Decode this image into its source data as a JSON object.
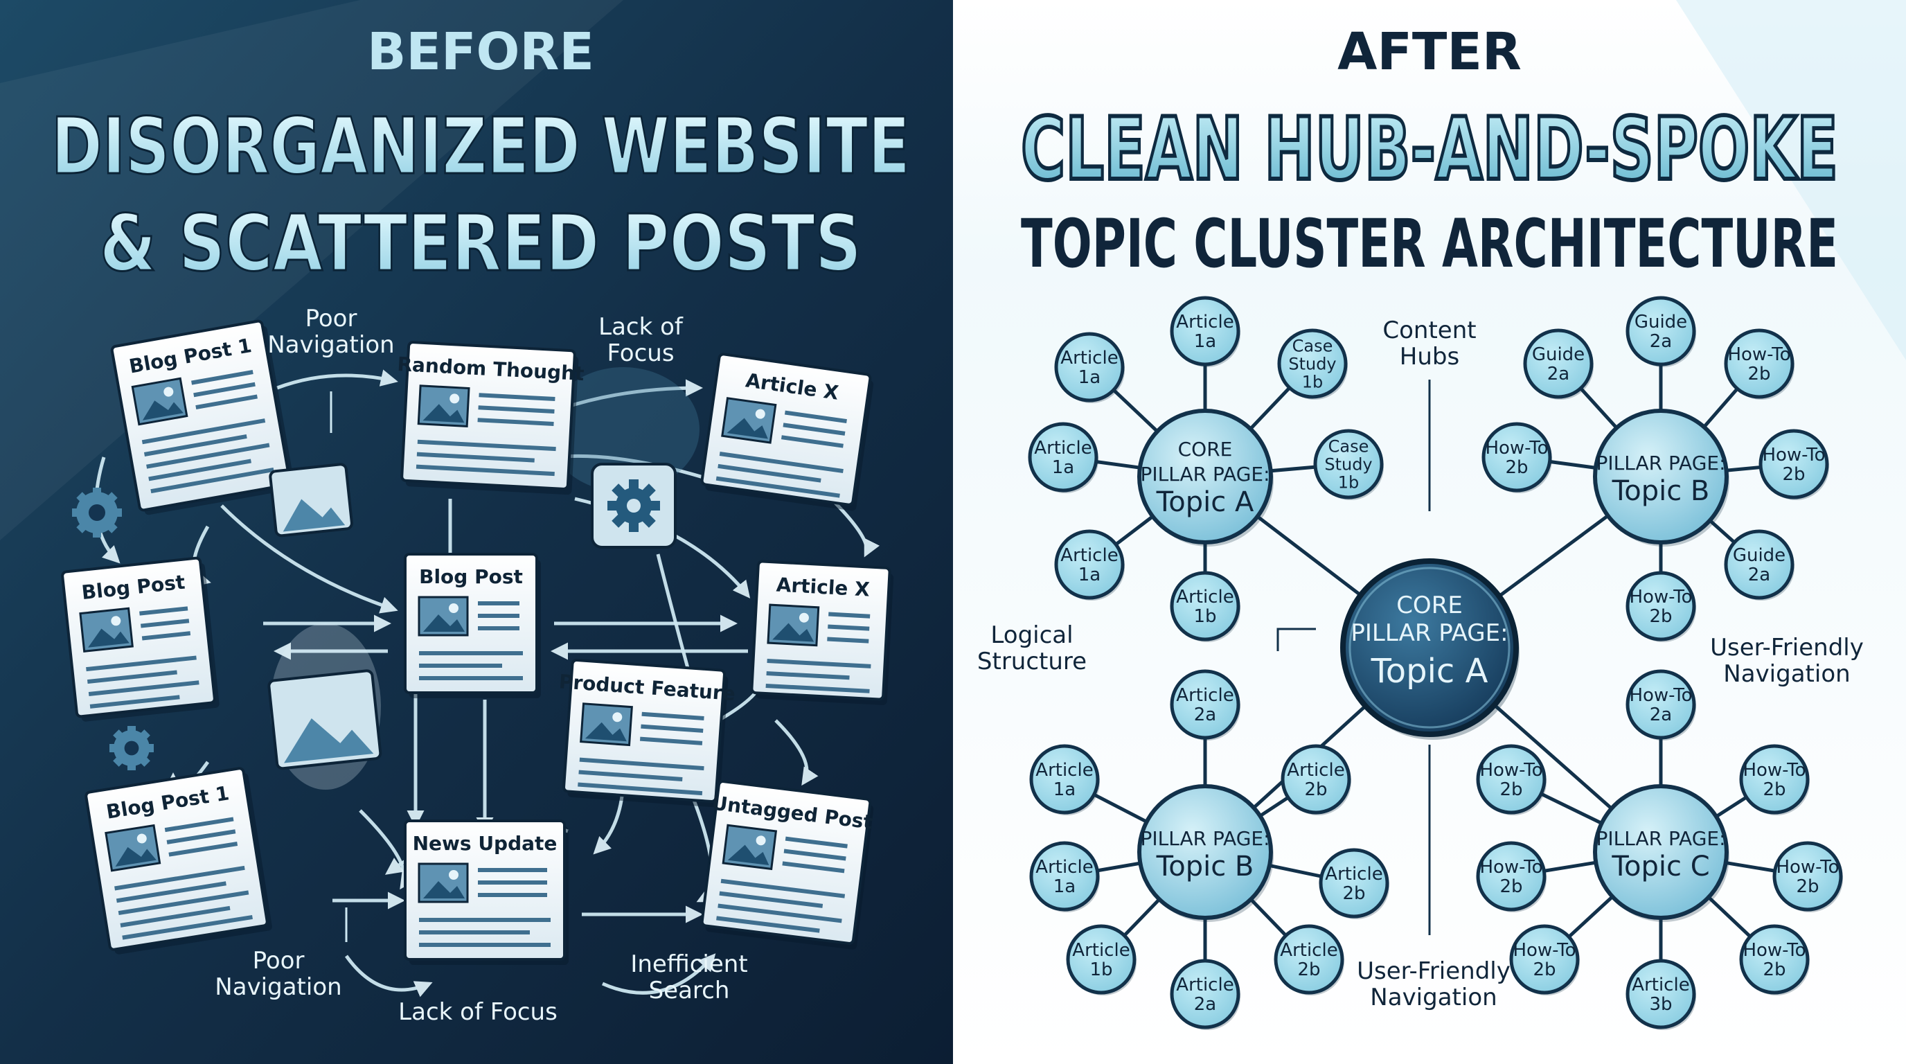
{
  "before": {
    "label": "BEFORE",
    "title_line1": "DISORGANIZED WEBSITE",
    "title_line2": "& SCATTERED POSTS",
    "cards": [
      {
        "id": "c1",
        "title": "Blog Post 1"
      },
      {
        "id": "c2",
        "title": "Random Thought"
      },
      {
        "id": "c3",
        "title": "Article X"
      },
      {
        "id": "c4",
        "title": "Blog Post"
      },
      {
        "id": "c5",
        "title": "Blog Post"
      },
      {
        "id": "c6",
        "title": "Article X"
      },
      {
        "id": "c7",
        "title": "Product Feature"
      },
      {
        "id": "c8",
        "title": "Blog Post 1"
      },
      {
        "id": "c9",
        "title": "News Update"
      },
      {
        "id": "c10",
        "title": "Untagged Post"
      }
    ],
    "annotations": [
      {
        "id": "a1",
        "text": "Poor\nNavigation"
      },
      {
        "id": "a2",
        "text": "Lack of\nFocus"
      },
      {
        "id": "a3",
        "text": "Poor\nNavigation"
      },
      {
        "id": "a4",
        "text": "Lack of Focus"
      },
      {
        "id": "a5",
        "text": "Inefficient\nSearch"
      }
    ]
  },
  "after": {
    "label": "AFTER",
    "title_line1": "CLEAN HUB-AND-SPOKE",
    "title_line2": "TOPIC CLUSTER ARCHITECTURE",
    "central_hub": "CORE\nPILLAR PAGE:\nTopic A",
    "hubs": [
      {
        "id": "h1",
        "label": "CORE\nPILLAR PAGE:\nTopic A",
        "spokes": [
          "Article\n1a",
          "Case\nStudy\n1b",
          "Case\nStudy\n1b",
          "Article\n1b",
          "Article\n1a",
          "Article\n1a",
          "Article\n1a"
        ]
      },
      {
        "id": "h2",
        "label": "PILLAR PAGE:\nTopic B",
        "spokes": [
          "Guide\n2a",
          "How-To\n2b",
          "How-To\n2b",
          "How-To\n2b",
          "How-To\n2b",
          "Guide\n2a",
          "Guide\n2a"
        ]
      },
      {
        "id": "h3",
        "label": "PILLAR PAGE:\nTopic B",
        "spokes": [
          "Article\n2a",
          "Article\n2b",
          "Article\n2b",
          "Article\n2b",
          "Article\n2a",
          "Article\n1b",
          "Article\n1a",
          "Article\n1a"
        ]
      },
      {
        "id": "h4",
        "label": "PILLAR PAGE:\nTopic C",
        "spokes": [
          "How-To\n2a",
          "How-To\n2b",
          "How-To\n2b",
          "How-To\n2b",
          "Article\n3b",
          "How-To\n2b",
          "How-To\n2b",
          "How-To\n2b"
        ]
      }
    ],
    "annotations": [
      {
        "id": "b1",
        "text": "Content\nHubs"
      },
      {
        "id": "b2",
        "text": "Logical\nStructure"
      },
      {
        "id": "b3",
        "text": "User-Friendly\nNavigation"
      },
      {
        "id": "b4",
        "text": "User-Friendly\nNavigation"
      }
    ]
  }
}
